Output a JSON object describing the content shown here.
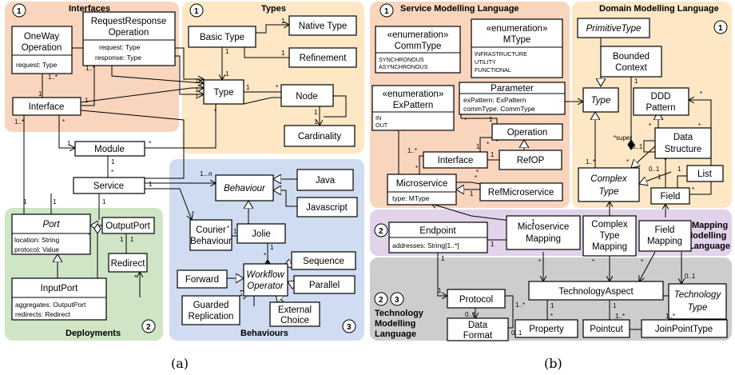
{
  "regions": {
    "interfaces": {
      "title": "Interfaces",
      "badge": "1",
      "color": "#f9d5bd"
    },
    "types": {
      "title": "Types",
      "badge": "1",
      "color": "#fde7c4"
    },
    "deployments": {
      "title": "Deployments",
      "badge": "2",
      "color": "#cfe5c6"
    },
    "behaviours": {
      "title": "Behaviours",
      "badge": "3",
      "color": "#cfdcf1"
    },
    "sml": {
      "title": "Service Modelling Language",
      "badge": "1",
      "color": "#f9d5bd"
    },
    "dml": {
      "title": "Domain Modelling Language",
      "badge": "1",
      "color": "#fde7c4"
    },
    "mml": {
      "title_line1": "Mapping",
      "title_line2": "Modelling",
      "title_line3": "Language",
      "badge": "2",
      "color": "#e2d2ea"
    },
    "tml": {
      "title_line1": "Technology",
      "title_line2": "Modelling",
      "title_line3": "Language",
      "badge1": "2",
      "badge2": "3",
      "color": "#cdcdcd"
    }
  },
  "captions": {
    "a": "(a)",
    "b": "(b)"
  },
  "left": {
    "oneway": {
      "name1": "OneWay",
      "name2": "Operation",
      "attr1": "request: Type"
    },
    "reqresp": {
      "name1": "RequestResponse",
      "name2": "Operation",
      "attr1": "request: Type",
      "attr2": "response: Type"
    },
    "interface": "Interface",
    "basic_type": "Basic Type",
    "native_type": "Native Type",
    "refinement": "Refinement",
    "type": "Type",
    "node": "Node",
    "cardinality": "Cardinality",
    "module": "Module",
    "service": "Service",
    "behaviour": "Behaviour",
    "java": "Java",
    "javascript": "Javascript",
    "courier1": "Courier",
    "courier2": "Behaviour",
    "jolie": "Jolie",
    "sequence": "Sequence",
    "workflow1": "Workflow",
    "workflow2": "Operator",
    "forward": "Forward",
    "parallel": "Parallel",
    "guarded1": "Guarded",
    "guarded2": "Replication",
    "external1": "External",
    "external2": "Choice",
    "port": "Port",
    "port_attr1": "location: String",
    "port_attr2": "protocol: Value",
    "outputport": "OutputPort",
    "redirect": "Redirect",
    "inputport": "InputPort",
    "inputport_attr1": "aggregates: OutputPort",
    "inputport_attr2": "redirects: Redirect"
  },
  "right": {
    "commtype": {
      "stereo": "«enumeration»",
      "name": "CommType",
      "lit1": "SYNCHRONOUS",
      "lit2": "ASYNCHRONOUS"
    },
    "mtype": {
      "stereo": "«enumeration»",
      "name": "MType",
      "lit1": "INFRASTRUCTURE",
      "lit2": "UTILITY",
      "lit3": "FUNCTIONAL"
    },
    "expattern": {
      "stereo": "«enumeration»",
      "name": "ExPattern",
      "lit1": "IN",
      "lit2": "OUT"
    },
    "parameter": {
      "name": "Parameter",
      "attr1": "exPattern: ExPattern",
      "attr2": "commType: CommType"
    },
    "operation": "Operation",
    "interface": "Interface",
    "refop": "RefOP",
    "microservice": {
      "name": "Microservice",
      "attr1": "type: MType"
    },
    "refmicroservice": "RefMicroservice",
    "primitivetype": "PrimitiveType",
    "boundedcontext1": "Bounded",
    "boundedcontext2": "Context",
    "type": "Type",
    "ddd1": "DDD",
    "ddd2": "Pattern",
    "datastructure1": "Data",
    "datastructure2": "Structure",
    "complextype1": "Complex",
    "complextype2": "Type",
    "list": "List",
    "field": "Field",
    "endpoint": {
      "name": "Endpoint",
      "attr1": "addresses: String[1..*]"
    },
    "msmapping1": "Microservice",
    "msmapping2": "Mapping",
    "ctmapping1": "Complex",
    "ctmapping2": "Type",
    "ctmapping3": "Mapping",
    "fieldmapping1": "Field",
    "fieldmapping2": "Mapping",
    "protocol": "Protocol",
    "techaspect": "TechnologyAspect",
    "techtype1": "Technology",
    "techtype2": "Type",
    "dataformat1": "Data",
    "dataformat2": "Format",
    "property": "Property",
    "pointcut": "Pointcut",
    "joinpointtype": "JoinPointType"
  },
  "mult": {
    "one": "1",
    "star": "*",
    "oneStar": "1..*",
    "zeroOne": "0..1",
    "oneN": "1...n",
    "super": "super"
  }
}
